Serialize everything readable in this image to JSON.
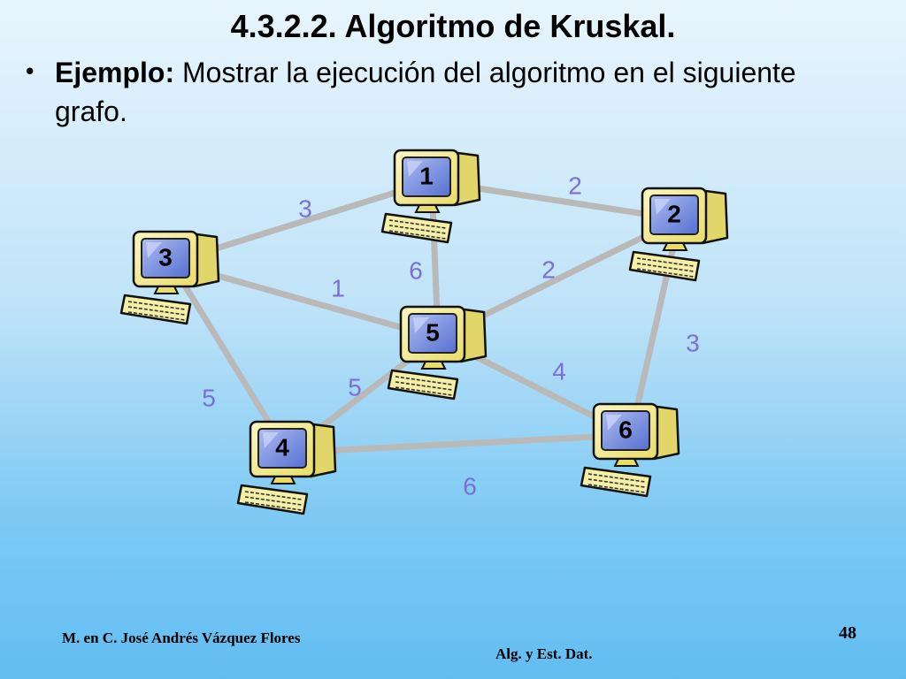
{
  "slide": {
    "title": "4.3.2.2. Algoritmo de Kruskal.",
    "bullet": {
      "label": "Ejemplo:",
      "text": " Mostrar la ejecución del algoritmo en el siguiente grafo."
    }
  },
  "graph": {
    "node_icon": "computer-icon",
    "nodes": [
      {
        "id": "1",
        "label": "1"
      },
      {
        "id": "2",
        "label": "2"
      },
      {
        "id": "3",
        "label": "3"
      },
      {
        "id": "4",
        "label": "4"
      },
      {
        "id": "5",
        "label": "5"
      },
      {
        "id": "6",
        "label": "6"
      }
    ],
    "edges": [
      {
        "from": "1",
        "to": "2",
        "weight": "2"
      },
      {
        "from": "1",
        "to": "3",
        "weight": "3"
      },
      {
        "from": "1",
        "to": "5",
        "weight": "6"
      },
      {
        "from": "2",
        "to": "5",
        "weight": "2"
      },
      {
        "from": "3",
        "to": "5",
        "weight": "1"
      },
      {
        "from": "2",
        "to": "6",
        "weight": "3"
      },
      {
        "from": "5",
        "to": "6",
        "weight": "4"
      },
      {
        "from": "4",
        "to": "5",
        "weight": "5"
      },
      {
        "from": "3",
        "to": "4",
        "weight": "5"
      },
      {
        "from": "4",
        "to": "6",
        "weight": "6"
      }
    ],
    "colors": {
      "edge": "#b9b9b9",
      "weight_text": "#7b6fd6",
      "computer_case": "#f5ec94",
      "screen": "#6c83d8"
    }
  },
  "footer": {
    "author": "M. en C. José Andrés Vázquez Flores",
    "page_number": "48",
    "course": "Alg. y Est. Dat."
  }
}
